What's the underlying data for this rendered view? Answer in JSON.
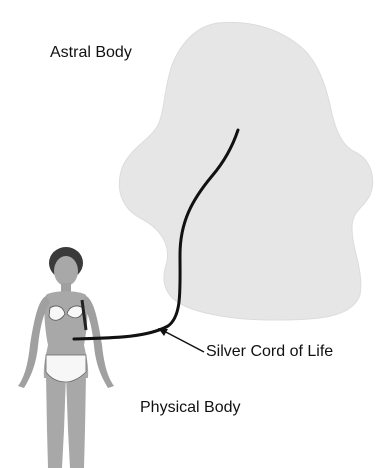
{
  "labels": {
    "astral_body": "Astral Body",
    "silver_cord": "Silver Cord of Life",
    "physical_body": "Physical Body"
  },
  "colors": {
    "astral_fill": "#e6e6e6",
    "cord": "#111111",
    "skin": "#a8a8a8",
    "swimwear": "#f7f7f7",
    "text": "#111111"
  }
}
